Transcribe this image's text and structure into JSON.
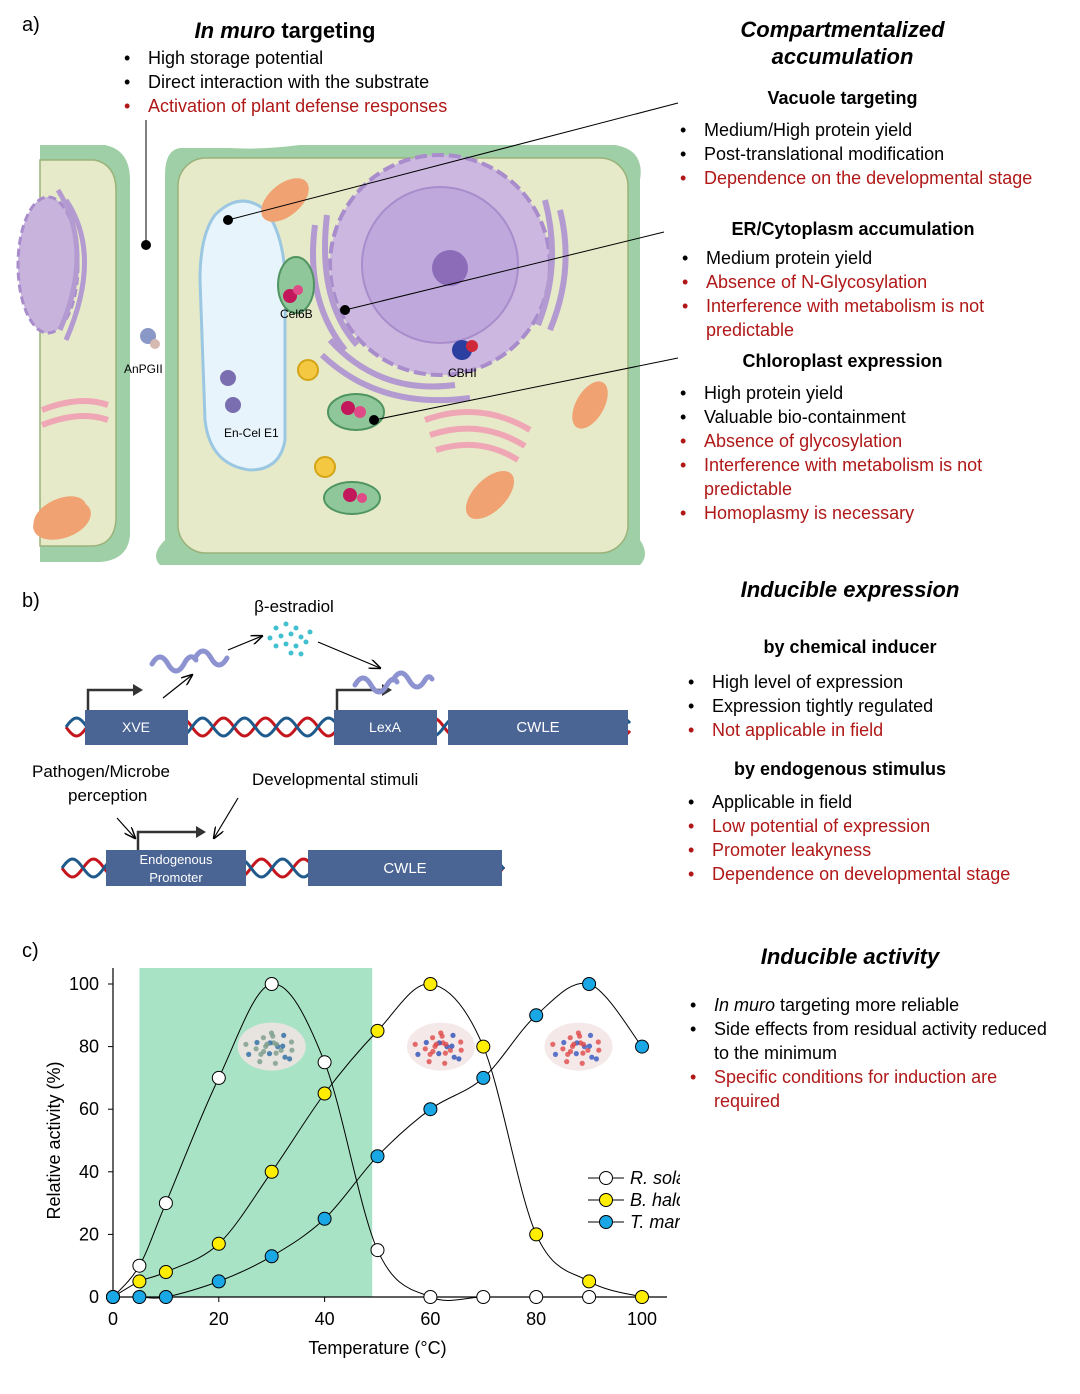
{
  "panel_a": {
    "label": "a)",
    "in_muro": {
      "title_italic": "In muro",
      "title_rest": " targeting",
      "bullets": [
        {
          "text": "High storage potential",
          "color": "black"
        },
        {
          "text": "Direct interaction with the substrate",
          "color": "black"
        },
        {
          "text": "Activation of plant defense responses",
          "color": "red"
        }
      ]
    },
    "compart": {
      "title_line1": "Compartmentalized",
      "title_line2": "accumulation",
      "vacuole": {
        "heading": "Vacuole targeting",
        "bullets": [
          {
            "text": "Medium/High protein yield",
            "color": "black"
          },
          {
            "text": "Post-translational modification",
            "color": "black"
          },
          {
            "text": "Dependence on the developmental stage",
            "color": "red"
          }
        ]
      },
      "er": {
        "heading": "ER/Cytoplasm accumulation",
        "bullets": [
          {
            "text": "Medium protein yield",
            "color": "black"
          },
          {
            "text": "Absence of N-Glycosylation",
            "color": "red"
          },
          {
            "text": "Interference with metabolism is not predictable",
            "color": "red"
          }
        ]
      },
      "chloroplast": {
        "heading": "Chloroplast expression",
        "bullets": [
          {
            "text": "High protein yield",
            "color": "black"
          },
          {
            "text": "Valuable bio-containment",
            "color": "black"
          },
          {
            "text": "Absence of glycosylation",
            "color": "red"
          },
          {
            "text": "Interference with metabolism is not predictable",
            "color": "red"
          },
          {
            "text": "Homoplasmy is necessary",
            "color": "red"
          }
        ]
      }
    },
    "cell_labels": {
      "anpgii": "AnPGII",
      "cel6b": "Cel6B",
      "cbhi": "CBHI",
      "encel": "En-Cel E1"
    }
  },
  "panel_b": {
    "label": "b)",
    "title": "Inducible expression",
    "inducer": "β-estradiol",
    "xve": "XVE",
    "lexa": "LexA",
    "cwle1": "CWLE",
    "cwle2": "CWLE",
    "endogenous_line1": "Endogenous",
    "endogenous_line2": "Promoter",
    "pathogen_line1": "Pathogen/Microbe",
    "pathogen_line2": "perception",
    "developmental": "Developmental stimuli",
    "chemical": {
      "heading": "by chemical inducer",
      "bullets": [
        {
          "text": "High level of expression",
          "color": "black"
        },
        {
          "text": "Expression tightly regulated",
          "color": "black"
        },
        {
          "text": "Not applicable in field",
          "color": "red"
        }
      ]
    },
    "endogenous": {
      "heading": "by endogenous stimulus",
      "bullets": [
        {
          "text": "Applicable in field",
          "color": "black"
        },
        {
          "text": "Low potential of expression",
          "color": "red"
        },
        {
          "text": "Promoter leakyness",
          "color": "red"
        },
        {
          "text": "Dependence on developmental stage",
          "color": "red"
        }
      ]
    }
  },
  "panel_c": {
    "label": "c)",
    "title": "Inducible activity",
    "bullets": [
      {
        "italic": "In muro",
        "text": " targeting more reliable",
        "color": "black"
      },
      {
        "italic": "",
        "text": "Side effects from residual activity reduced to the minimum",
        "color": "black"
      },
      {
        "italic": "",
        "text": "Specific conditions for induction are required",
        "color": "red"
      }
    ]
  },
  "chart_data": {
    "type": "line",
    "xlabel": "Temperature (°C)",
    "ylabel": "Relative activity (%)",
    "xlim": [
      0,
      100
    ],
    "ylim": [
      0,
      100
    ],
    "xticks": [
      0,
      20,
      40,
      60,
      80,
      100
    ],
    "yticks": [
      0,
      20,
      40,
      60,
      80,
      100
    ],
    "highlight_range": [
      5,
      49
    ],
    "highlight_color": "#a8e3c5",
    "legend_position": "right",
    "series": [
      {
        "name": "R. solani",
        "color": "#ffffff",
        "x": [
          0,
          5,
          10,
          20,
          30,
          40,
          50,
          60,
          70,
          80,
          90
        ],
        "y": [
          0,
          10,
          30,
          70,
          100,
          75,
          15,
          0,
          0,
          0,
          0
        ]
      },
      {
        "name": "B. halodurans",
        "color": "#ffee00",
        "x": [
          0,
          5,
          10,
          20,
          30,
          40,
          50,
          60,
          70,
          80,
          90,
          100
        ],
        "y": [
          0,
          5,
          8,
          17,
          40,
          65,
          85,
          100,
          80,
          20,
          5,
          0
        ]
      },
      {
        "name": "T. maritima",
        "color": "#1aa7e6",
        "x": [
          0,
          5,
          10,
          20,
          30,
          40,
          50,
          60,
          70,
          80,
          90,
          100
        ],
        "y": [
          0,
          0,
          0,
          5,
          13,
          25,
          45,
          60,
          70,
          90,
          100,
          80
        ]
      }
    ]
  }
}
